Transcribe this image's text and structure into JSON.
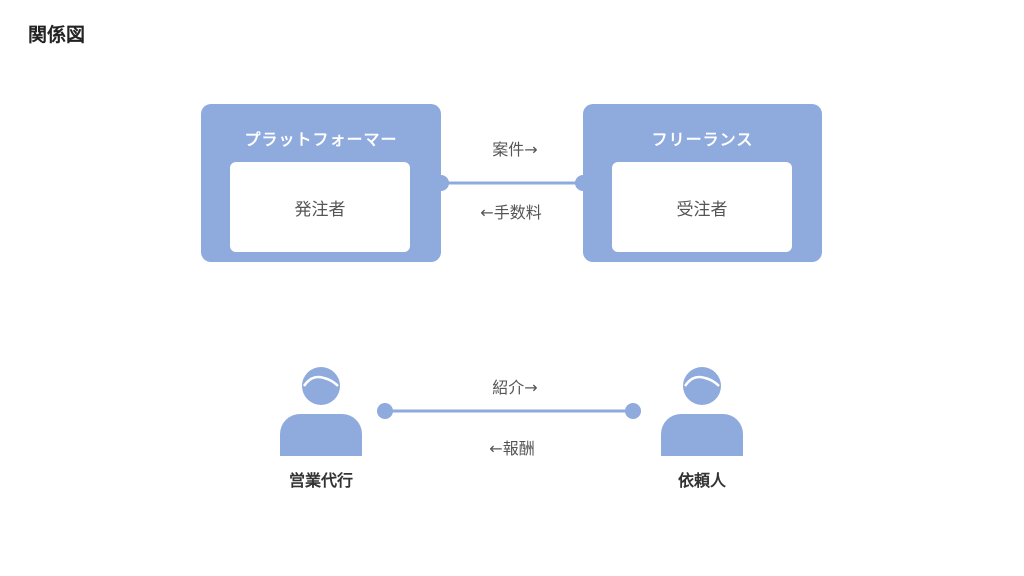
{
  "title": "関係図",
  "top": {
    "left_box": {
      "title": "プラットフォーマー",
      "inner": "発注者"
    },
    "right_box": {
      "title": "フリーランス",
      "inner": "受注者"
    },
    "upper_label": "案件→",
    "lower_label": "←手数料"
  },
  "bottom": {
    "left_person": "営業代行",
    "right_person": "依頼人",
    "upper_label": "紹介→",
    "lower_label": "←報酬"
  },
  "colors": {
    "accent": "#8faadc",
    "background": "#ffffff"
  },
  "icons": {
    "left_person": "person-icon",
    "right_person": "person-icon"
  }
}
